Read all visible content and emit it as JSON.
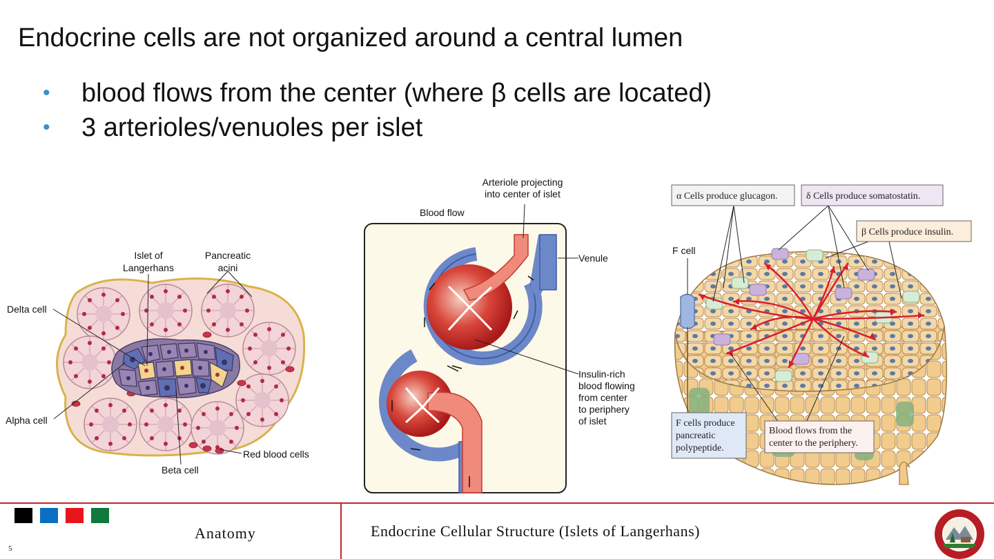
{
  "slide": {
    "title": "Endocrine cells are not organized around a central lumen",
    "bullets": [
      "blood flows from the center (where β cells are located)",
      "3 arterioles/venuoles per islet"
    ],
    "page_number": "5"
  },
  "figure_left": {
    "labels": {
      "islet": [
        "Islet of",
        "Langerhans"
      ],
      "acini": [
        "Pancreatic",
        "acini"
      ],
      "delta": "Delta cell",
      "alpha": "Alpha cell",
      "beta": "Beta cell",
      "rbc": "Red blood cells"
    }
  },
  "figure_middle": {
    "labels": {
      "arteriole": [
        "Arteriole projecting",
        "into center of islet"
      ],
      "blood_flow": "Blood flow",
      "venule": "Venule",
      "insulin": [
        "Insulin-rich",
        "blood flowing",
        "from center",
        "to periphery",
        "of islet"
      ]
    }
  },
  "figure_right": {
    "labels": {
      "alpha": "α Cells produce glucagon.",
      "delta": "δ Cells produce somatostatin.",
      "beta": "β Cells produce insulin.",
      "fcell": "F cell",
      "fcells_produce": [
        "F cells produce",
        "pancreatic",
        "polypeptide."
      ],
      "blood_flows": [
        "Blood flows from the",
        "center to the periphery."
      ]
    }
  },
  "footer": {
    "left": "Anatomy",
    "right": "Endocrine Cellular Structure (Islets of Langerhans)",
    "squares": [
      "#000000",
      "#0a6fc2",
      "#e8141c",
      "#0f7a3a"
    ],
    "accent": "#c1272d"
  }
}
